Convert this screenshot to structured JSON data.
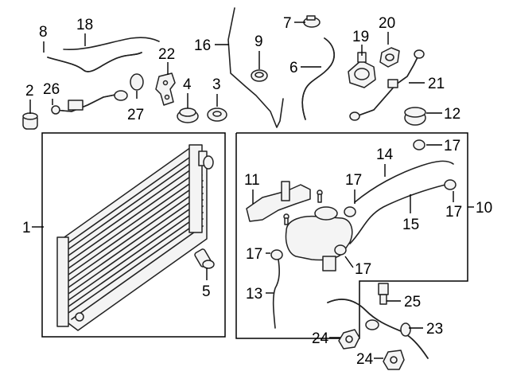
{
  "diagram": {
    "callouts": [
      {
        "id": "c1",
        "text": "1"
      },
      {
        "id": "c2",
        "text": "2"
      },
      {
        "id": "c3",
        "text": "3"
      },
      {
        "id": "c4",
        "text": "4"
      },
      {
        "id": "c5",
        "text": "5"
      },
      {
        "id": "c6",
        "text": "6"
      },
      {
        "id": "c7",
        "text": "7"
      },
      {
        "id": "c8",
        "text": "8"
      },
      {
        "id": "c9",
        "text": "9"
      },
      {
        "id": "c10",
        "text": "10"
      },
      {
        "id": "c11",
        "text": "11"
      },
      {
        "id": "c12",
        "text": "12"
      },
      {
        "id": "c13",
        "text": "13"
      },
      {
        "id": "c14",
        "text": "14"
      },
      {
        "id": "c15",
        "text": "15"
      },
      {
        "id": "c16",
        "text": "16"
      },
      {
        "id": "c17a",
        "text": "17"
      },
      {
        "id": "c17b",
        "text": "17"
      },
      {
        "id": "c17c",
        "text": "17"
      },
      {
        "id": "c17d",
        "text": "17"
      },
      {
        "id": "c17e",
        "text": "17"
      },
      {
        "id": "c18",
        "text": "18"
      },
      {
        "id": "c19",
        "text": "19"
      },
      {
        "id": "c20",
        "text": "20"
      },
      {
        "id": "c21",
        "text": "21"
      },
      {
        "id": "c22",
        "text": "22"
      },
      {
        "id": "c23",
        "text": "23"
      },
      {
        "id": "c24a",
        "text": "24"
      },
      {
        "id": "c24b",
        "text": "24"
      },
      {
        "id": "c25",
        "text": "25"
      },
      {
        "id": "c26",
        "text": "26"
      },
      {
        "id": "c27",
        "text": "27"
      }
    ]
  }
}
